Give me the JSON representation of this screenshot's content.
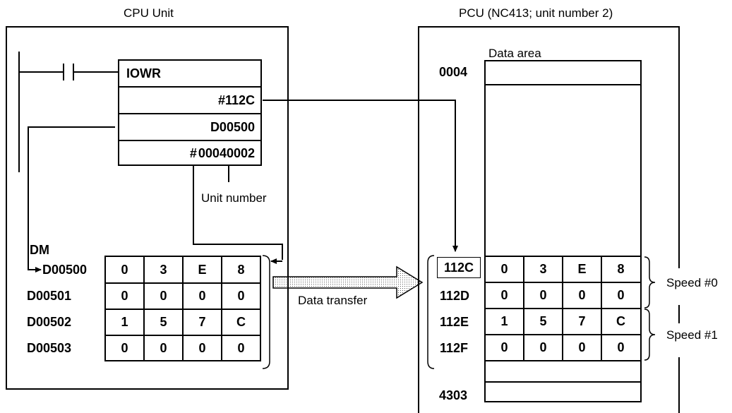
{
  "cpu": {
    "title": "CPU Unit",
    "instruction": {
      "name": "IOWR",
      "operand1": "#112C",
      "operand2": "D00500",
      "operand3_prefix": "#",
      "operand3_left": "0004",
      "operand3_right": "0002"
    },
    "unit_number_label": "Unit number",
    "dm_label": "DM",
    "dm_rows": [
      {
        "addr": "D00500",
        "digits": [
          "0",
          "3",
          "E",
          "8"
        ]
      },
      {
        "addr": "D00501",
        "digits": [
          "0",
          "0",
          "0",
          "0"
        ]
      },
      {
        "addr": "D00502",
        "digits": [
          "1",
          "5",
          "7",
          "C"
        ]
      },
      {
        "addr": "D00503",
        "digits": [
          "0",
          "0",
          "0",
          "0"
        ]
      }
    ]
  },
  "transfer_label": "Data transfer",
  "pcu": {
    "title": "PCU (NC413; unit number 2)",
    "data_area_label": "Data area",
    "top_addr": "0004",
    "bottom_addr": "4303",
    "rows": [
      {
        "addr": "112C",
        "digits": [
          "0",
          "3",
          "E",
          "8"
        ]
      },
      {
        "addr": "112D",
        "digits": [
          "0",
          "0",
          "0",
          "0"
        ]
      },
      {
        "addr": "112E",
        "digits": [
          "1",
          "5",
          "7",
          "C"
        ]
      },
      {
        "addr": "112F",
        "digits": [
          "0",
          "0",
          "0",
          "0"
        ]
      }
    ],
    "speed_labels": [
      "Speed #0",
      "Speed #1"
    ]
  }
}
